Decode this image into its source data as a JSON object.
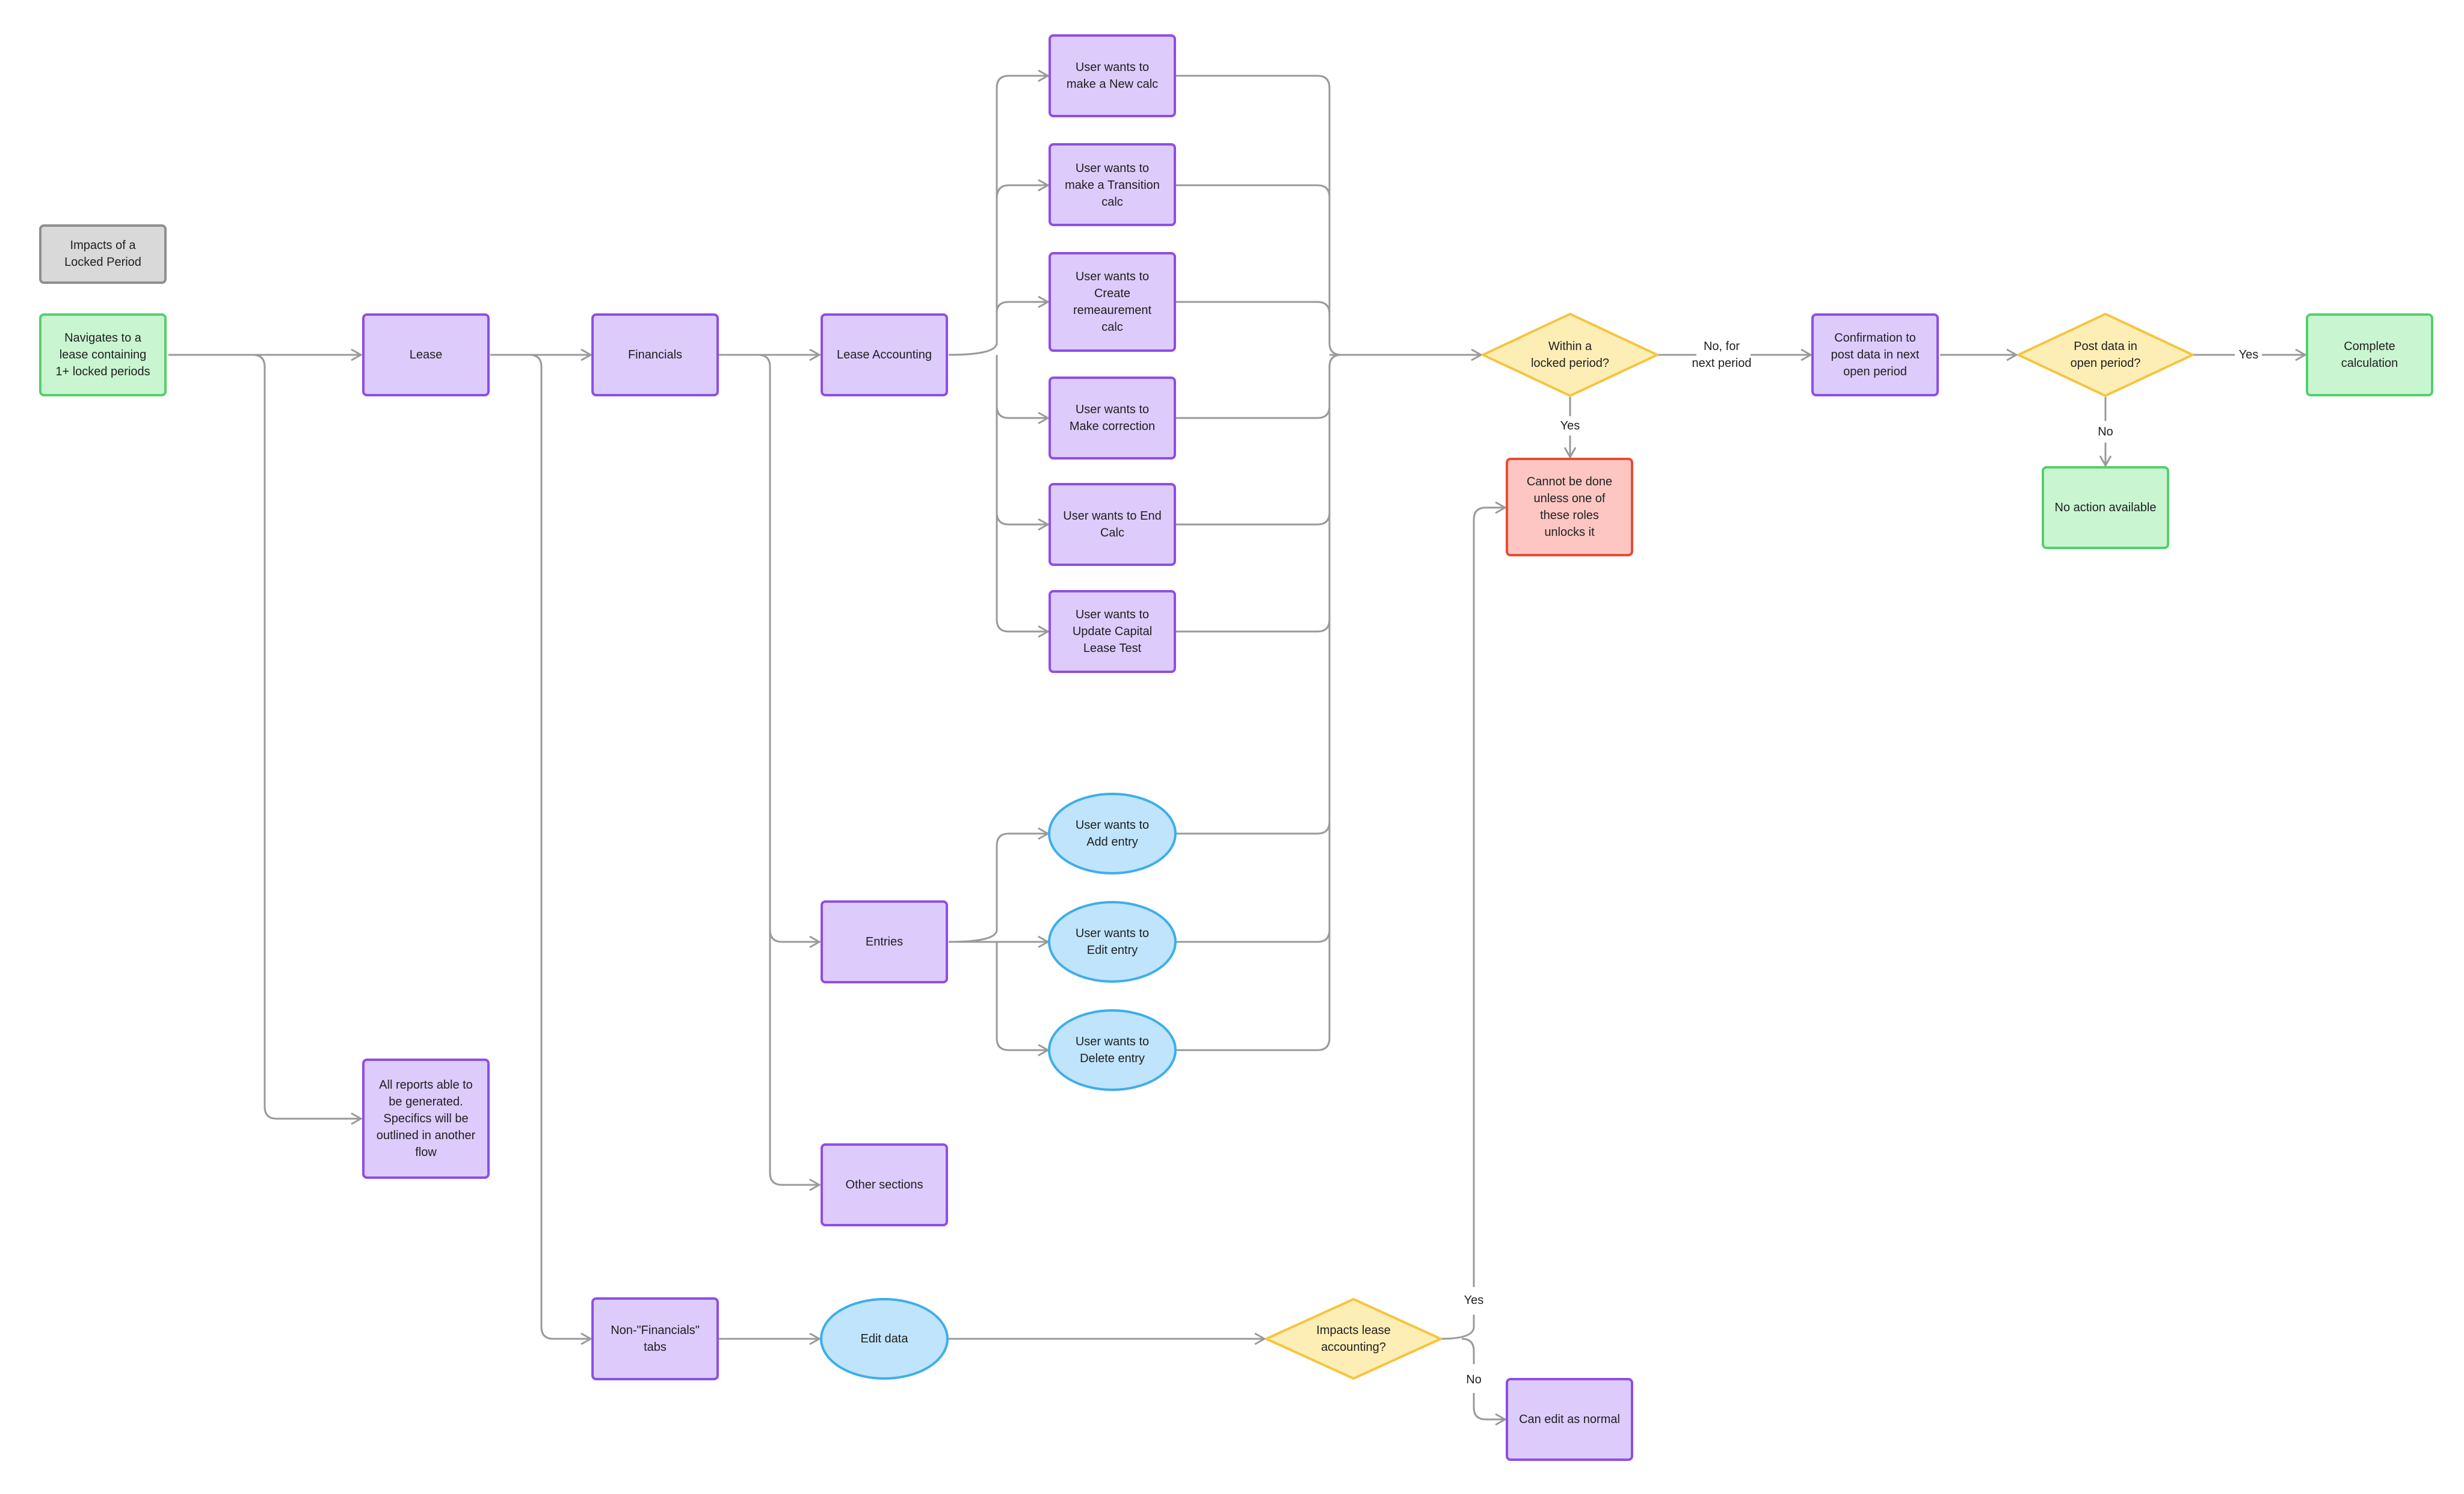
{
  "legend": {
    "label": "Impacts of a\nLocked Period"
  },
  "colors": {
    "purple_fill": "#dccbfb",
    "purple_stroke": "#8e4ee5",
    "green_fill": "#c9f5d1",
    "green_stroke": "#55cf6c",
    "blue_fill": "#bfe4fb",
    "blue_stroke": "#3eaee9",
    "yellow_fill": "#fdeeb6",
    "yellow_stroke": "#f6c43d",
    "red_fill": "#fdc6c3",
    "red_stroke": "#e84a33",
    "gray_fill": "#d9d9d9",
    "gray_stroke": "#8f8f8f",
    "connector": "#9a9a9a"
  },
  "nodes": {
    "start": "Navigates to a\nlease containing\n1+ locked periods",
    "lease": "Lease",
    "all_reports": "All reports able to\nbe generated.\nSpecifics will be\noutlined in another\nflow",
    "financials": "Financials",
    "non_financials_tabs": "Non-\"Financials\"\ntabs",
    "lease_accounting": "Lease Accounting",
    "entries": "Entries",
    "other_sections": "Other sections",
    "edit_data": "Edit data",
    "new_calc": "User wants to\nmake a New calc",
    "transition_calc": "User wants to\nmake a Transition\ncalc",
    "remeasurement_calc": "User wants to\nCreate\nremeaurement\ncalc",
    "make_correction": "User wants to\nMake correction",
    "end_calc": "User wants to End\nCalc",
    "capital_lease_test": "User wants to\nUpdate Capital\nLease Test",
    "add_entry": "User wants to\nAdd entry",
    "edit_entry": "User wants to\nEdit entry",
    "delete_entry": "User wants to\nDelete entry",
    "within_locked": "Within a\nlocked period?",
    "cannot_be_done": "Cannot be done\nunless one of\nthese roles\nunlocks it",
    "confirmation": "Confirmation to\npost data in next\nopen period",
    "post_data_open": "Post data in\nopen period?",
    "complete_calc": "Complete\ncalculation",
    "no_action": "No action available",
    "impacts_lease_accounting": "Impacts lease\naccounting?",
    "can_edit_normal": "Can edit as normal"
  },
  "edge_labels": {
    "within_no": "No, for\nnext period",
    "within_yes": "Yes",
    "post_yes": "Yes",
    "post_no": "No",
    "impacts_yes": "Yes",
    "impacts_no": "No"
  }
}
